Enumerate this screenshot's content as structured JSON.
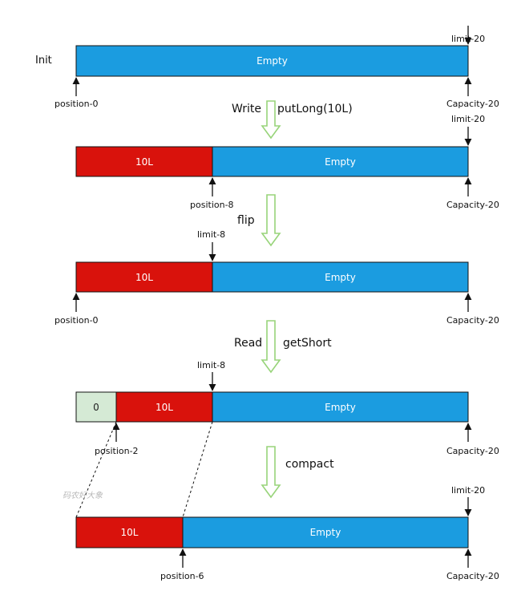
{
  "colors": {
    "empty": "#1b9ce0",
    "filled": "#d9120c",
    "consumed": "#d5ead5",
    "stroke": "#111111",
    "transition_arrow": "#98d47a"
  },
  "rows": [
    {
      "id": "init",
      "title": "Init",
      "segments": [
        {
          "text": "Empty",
          "kind": "empty"
        }
      ],
      "labels": {
        "limit": "limit-20",
        "position": "position-0",
        "capacity": "Capacity-20"
      }
    },
    {
      "id": "write",
      "segments": [
        {
          "text": "10L",
          "kind": "filled"
        },
        {
          "text": "Empty",
          "kind": "empty"
        }
      ],
      "labels": {
        "limit": "limit-20",
        "position": "position-8",
        "capacity": "Capacity-20"
      }
    },
    {
      "id": "flip",
      "segments": [
        {
          "text": "10L",
          "kind": "filled"
        },
        {
          "text": "Empty",
          "kind": "empty"
        }
      ],
      "labels": {
        "limit": "limit-8",
        "position": "position-0",
        "capacity": "Capacity-20"
      }
    },
    {
      "id": "read",
      "segments": [
        {
          "text": "0",
          "kind": "consumed"
        },
        {
          "text": "10L",
          "kind": "filled"
        },
        {
          "text": "Empty",
          "kind": "empty"
        }
      ],
      "labels": {
        "limit": "limit-8",
        "position": "position-2",
        "capacity": "Capacity-20"
      }
    },
    {
      "id": "compact",
      "segments": [
        {
          "text": "10L",
          "kind": "filled"
        },
        {
          "text": "Empty",
          "kind": "empty"
        }
      ],
      "labels": {
        "limit": "limit-20",
        "position": "position-6",
        "capacity": "Capacity-20"
      }
    }
  ],
  "transitions": [
    {
      "id": "t-write",
      "op": "Write",
      "call": "putLong(10L)"
    },
    {
      "id": "t-flip",
      "op": "flip",
      "call": ""
    },
    {
      "id": "t-read",
      "op": "Read",
      "call": "getShort"
    },
    {
      "id": "t-compact",
      "op": "",
      "call": "compact"
    }
  ],
  "watermark": "码农好大象"
}
